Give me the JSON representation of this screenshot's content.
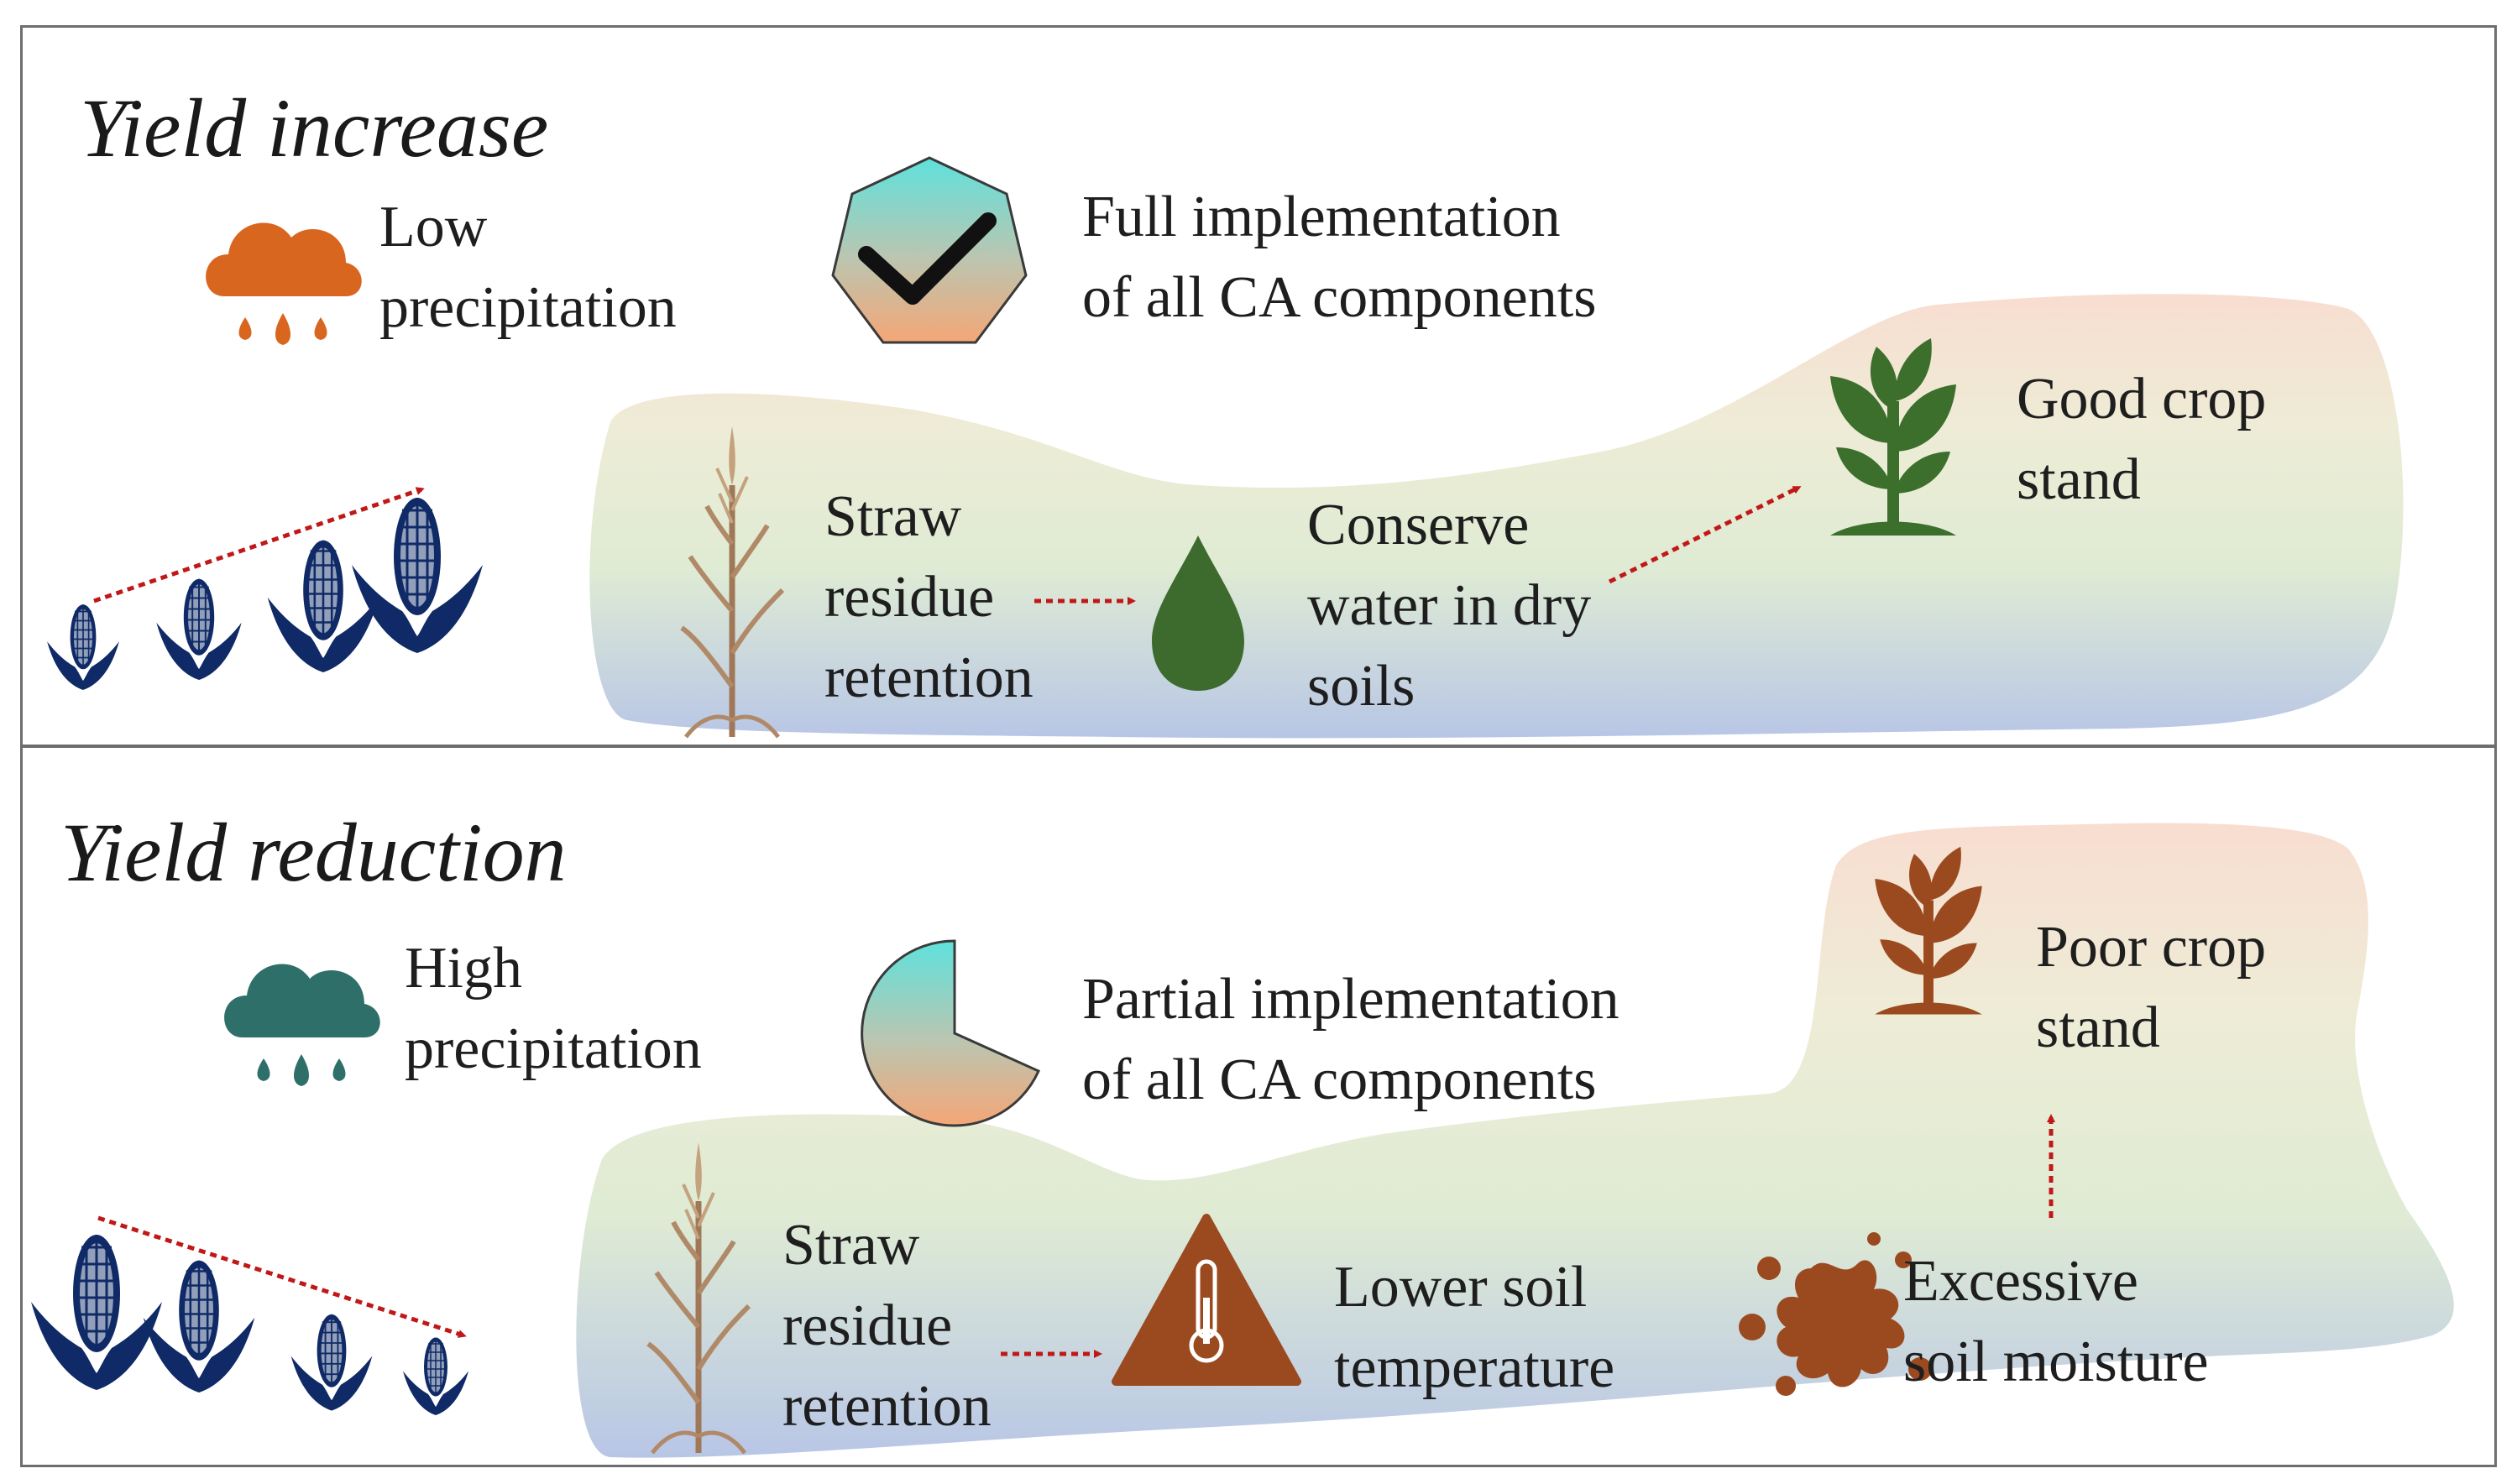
{
  "top": {
    "title": "Yield increase",
    "precipitation": "Low\nprecipitation",
    "implementation": "Full implementation\nof all CA components",
    "straw": "Straw\nresidue\nretention",
    "effect": "Conserve\nwater in dry\nsoils",
    "outcome": "Good crop\nstand"
  },
  "bottom": {
    "title": "Yield reduction",
    "precipitation": "High\nprecipitation",
    "implementation": "Partial implementation\nof all CA components",
    "straw": "Straw\nresidue\nretention",
    "effect": "Lower soil\ntemperature",
    "moisture": "Excessive\nsoil moisture",
    "outcome": "Poor crop\nstand"
  },
  "colors": {
    "corn": "#0f2a66",
    "low_rain_cloud": "#d9661e",
    "high_rain_cloud": "#2f6f6a",
    "water_drop": "#3d6b2e",
    "good_plant": "#3c6e2c",
    "poor_plant": "#9b4a1f",
    "warning": "#9b4a1f",
    "arrow": "#c01818",
    "straw": "#a07858"
  },
  "icons": [
    "cloud-rain-icon",
    "heptagon-check-icon",
    "pie-partial-icon",
    "corn-icon",
    "straw-icon",
    "water-drop-icon",
    "plant-icon",
    "thermometer-warning-icon",
    "splash-icon"
  ]
}
